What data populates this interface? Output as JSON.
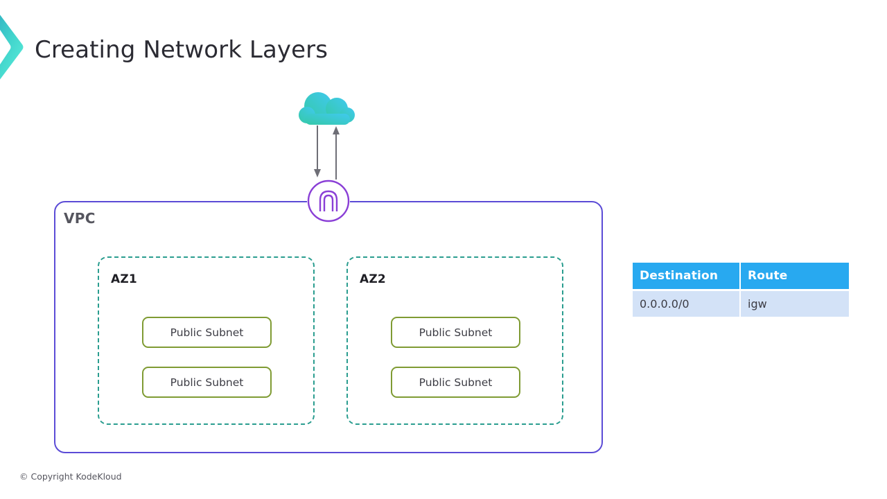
{
  "slide": {
    "title": "Creating Network Layers",
    "footer": "© Copyright KodeKloud",
    "logo_icon": "chevron-right-logo"
  },
  "diagram": {
    "cloud": {
      "icon": "cloud-icon",
      "label": ""
    },
    "arrows": {
      "down_icon": "arrow-down-icon",
      "up_icon": "arrow-up-icon"
    },
    "gateway": {
      "icon": "internet-gateway-icon",
      "label": ""
    },
    "vpc": {
      "label": "VPC",
      "availability_zones": [
        {
          "label": "AZ1",
          "subnets": [
            {
              "label": "Public Subnet"
            },
            {
              "label": "Public Subnet"
            }
          ]
        },
        {
          "label": "AZ2",
          "subnets": [
            {
              "label": "Public Subnet"
            },
            {
              "label": "Public Subnet"
            }
          ]
        }
      ]
    }
  },
  "route_table": {
    "headers": [
      "Destination",
      "Route"
    ],
    "rows": [
      {
        "destination": "0.0.0.0/0",
        "route": "igw"
      }
    ]
  },
  "colors": {
    "logo_teal_light": "#3fd9c8",
    "logo_teal_dark": "#2ba8bf",
    "cloud_start": "#35c9a8",
    "cloud_end": "#3ec8e8",
    "vpc_border": "#5b4bd6",
    "az_border": "#2a9d8f",
    "subnet_border": "#7f9b33",
    "gateway_purple": "#8a3fd6",
    "table_header_bg": "#28a9f0",
    "table_row_bg": "#d3e2f7",
    "arrow_gray": "#6e6e76",
    "title_text": "#2b2b33"
  }
}
